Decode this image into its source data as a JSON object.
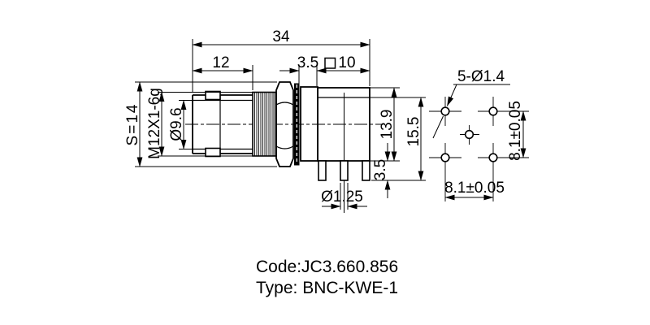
{
  "page": {
    "background": "#ffffff",
    "line_color": "#000000"
  },
  "title_block": {
    "code_line": "Code:JC3.660.856",
    "type_line": "Type: BNC-KWE-1"
  },
  "front_view": {
    "dim_total_length": "34",
    "dim_front_length": "12",
    "dim_flange_thickness": "3.5",
    "square_symbol": "□",
    "dim_square_size": "10",
    "dim_hex": "S=14",
    "dim_thread": "M12X1-6g",
    "dim_bore": "Ø9.6",
    "dim_body_height": "13.9",
    "dim_overall_height": "15.5",
    "dim_pin_length": "3.5",
    "dim_pin_diameter": "Ø1.25"
  },
  "footprint_view": {
    "dim_holes": "5-Ø1.4",
    "dim_pitch_horizontal": "8.1±0.05",
    "dim_pitch_vertical": "8.1±0.05"
  }
}
